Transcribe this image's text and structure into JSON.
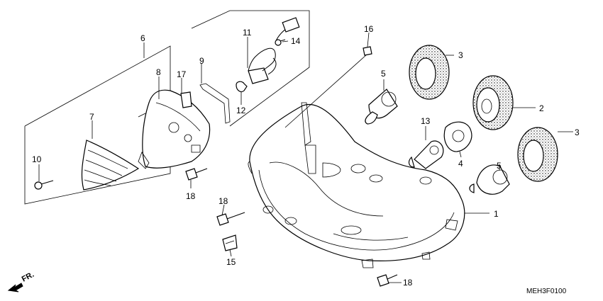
{
  "callouts": [
    {
      "id": "c1",
      "label": "1"
    },
    {
      "id": "c2",
      "label": "2"
    },
    {
      "id": "c3a",
      "label": "3"
    },
    {
      "id": "c3b",
      "label": "3"
    },
    {
      "id": "c4",
      "label": "4"
    },
    {
      "id": "c5a",
      "label": "5"
    },
    {
      "id": "c5b",
      "label": "5"
    },
    {
      "id": "c6",
      "label": "6"
    },
    {
      "id": "c7",
      "label": "7"
    },
    {
      "id": "c8",
      "label": "8"
    },
    {
      "id": "c9",
      "label": "9"
    },
    {
      "id": "c10",
      "label": "10"
    },
    {
      "id": "c11",
      "label": "11"
    },
    {
      "id": "c12",
      "label": "12"
    },
    {
      "id": "c13",
      "label": "13"
    },
    {
      "id": "c14",
      "label": "14"
    },
    {
      "id": "c15",
      "label": "15"
    },
    {
      "id": "c16",
      "label": "16"
    },
    {
      "id": "c17",
      "label": "17"
    },
    {
      "id": "c18a",
      "label": "18"
    },
    {
      "id": "c18b",
      "label": "18"
    },
    {
      "id": "c18c",
      "label": "18"
    }
  ],
  "direction_label": "FR.",
  "diagram_code": "MEH3F0100"
}
